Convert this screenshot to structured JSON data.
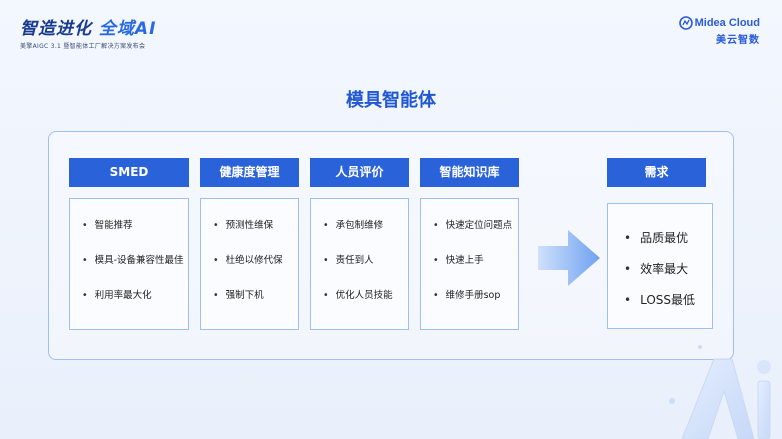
{
  "header": {
    "slogan_part1": "智造进化",
    "slogan_part2": "全域AI",
    "subtitle": "美擎AIGC 3.1 暨智能体工厂解决方案发布会",
    "brand_en": "Midea Cloud",
    "brand_cn": "美云智数"
  },
  "title": "模具智能体",
  "columns": [
    {
      "header": "SMED",
      "items": [
        "智能推荐",
        "模具-设备兼容性最佳",
        "利用率最大化"
      ]
    },
    {
      "header": "健康度管理",
      "items": [
        "预测性维保",
        "杜绝以修代保",
        "强制下机"
      ]
    },
    {
      "header": "人员评价",
      "items": [
        "承包制维修",
        "责任到人",
        "优化人员技能"
      ]
    },
    {
      "header": "智能知识库",
      "items": [
        "快速定位问题点",
        "快速上手",
        "维修手册sop"
      ]
    }
  ],
  "needs": {
    "header": "需求",
    "items": [
      "品质最优",
      "效率最大",
      "LOSS最低"
    ]
  },
  "colors": {
    "header_blue": "#2a63d9",
    "title_blue": "#2157d4",
    "border_blue": "#9ec0f0"
  },
  "icons": [
    "right-arrow-icon",
    "midea-logo-icon",
    "ai-decoration-icon"
  ]
}
